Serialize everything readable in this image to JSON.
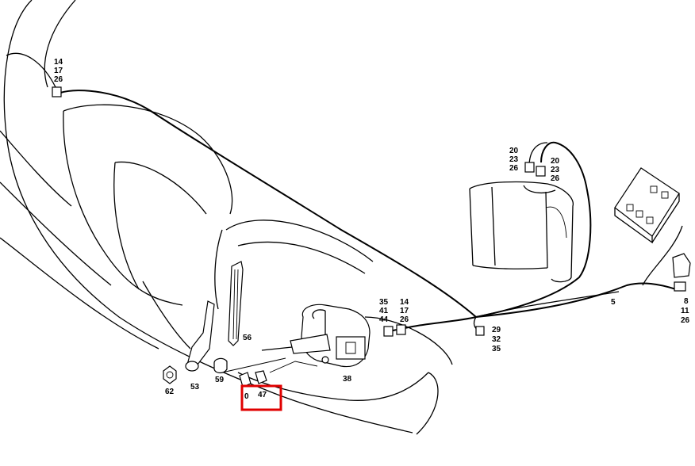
{
  "highlight_color": "#e00000",
  "highlighted_part": "47",
  "callouts": {
    "top_left": [
      "14",
      "17",
      "26"
    ],
    "reservoir_left": [
      "20",
      "23",
      "26"
    ],
    "reservoir_right": [
      "20",
      "23",
      "26"
    ],
    "center_a": [
      "35",
      "41",
      "44"
    ],
    "center_b": [
      "14",
      "17",
      "26"
    ],
    "junction": [
      "29",
      "32",
      "35"
    ],
    "relay": [
      "8",
      "11",
      "26"
    ],
    "harness": "5",
    "blade": "56",
    "motor": "38",
    "nut": "62",
    "arm": "53",
    "cap": "59",
    "clip_left": "0",
    "clip_right": "47"
  }
}
